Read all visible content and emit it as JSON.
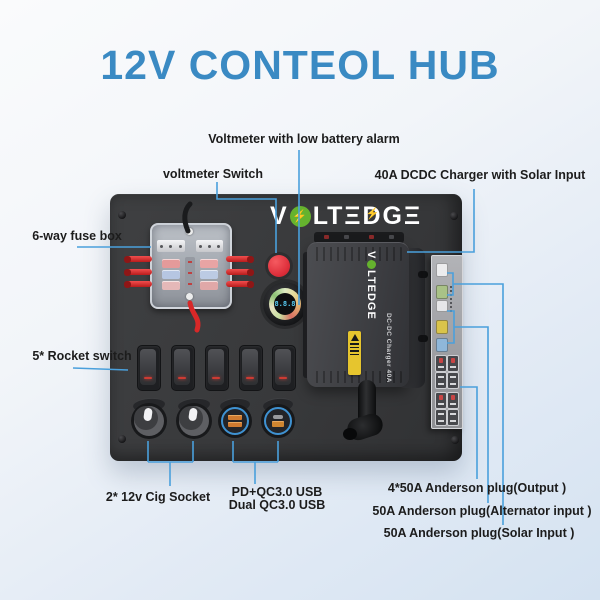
{
  "title": "12V CONTEOL HUB",
  "logo": {
    "full": "VOLTEDGE",
    "v": "V",
    "bolt": "⚡",
    "lt": "LT",
    "e1": "Ξ",
    "d": "D",
    "g": "G",
    "e2": "Ξ"
  },
  "panel": {
    "voltmeter_display": "8.8.8",
    "charger": {
      "brand_v": "V",
      "brand_rest": "LTEDGE",
      "model": "DC-DC Charger 40A"
    }
  },
  "annotations": {
    "alarm": "Voltmeter with low battery alarm",
    "vswitch": "voltmeter Switch",
    "dcdc": "40A DCDC Charger with Solar Input",
    "fusebox": "6-way fuse box",
    "rocker": "5* Rocket switch",
    "cig": "2* 12v Cig Socket",
    "usb1": "PD+QC3.0 USB",
    "usb2": "Dual QC3.0 USB",
    "anderson_output": "4*50A Anderson plug(Output )",
    "anderson_alt": "50A Anderson plug(Alternator input )",
    "anderson_solar": "50A Anderson plug(Solar Input )"
  },
  "colors": {
    "title_blue": "#3a8ac3",
    "annotation_line": "#4aa0dc",
    "panel_gray": "#38393b",
    "accent_red": "#dd2e3a",
    "logo_green": "#65b32e",
    "usb_ring_blue": "#3f92d2"
  }
}
